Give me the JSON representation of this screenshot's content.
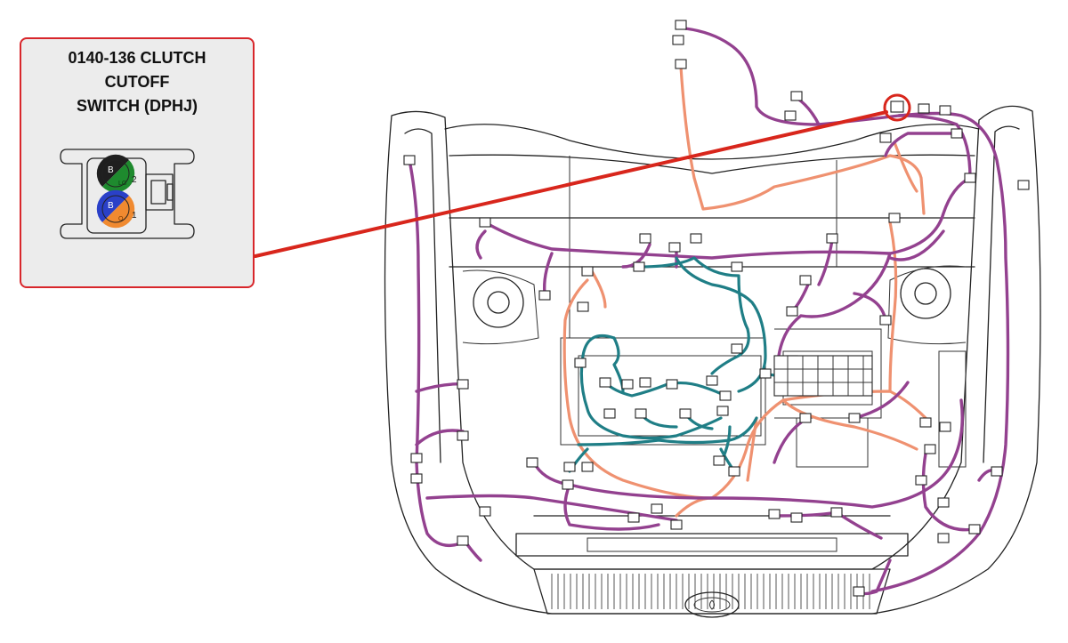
{
  "callout": {
    "title_line1": "0140-136 CLUTCH",
    "title_line2": "CUTOFF",
    "title_line3": "SWITCH (DPHJ)",
    "pins": [
      {
        "number": "2",
        "color_code": "B",
        "circuit": "LG",
        "color_a": "#1f1f1f",
        "color_b": "#1e8a2e"
      },
      {
        "number": "1",
        "color_code": "B",
        "circuit": "O",
        "color_a": "#2a40c8",
        "color_b": "#f08a30"
      }
    ]
  },
  "colors": {
    "callout_border": "#d8262b",
    "leader_line": "#d8261c",
    "wire_purple": "#93418f",
    "wire_orange": "#ef9170",
    "wire_teal": "#1f7e86"
  }
}
